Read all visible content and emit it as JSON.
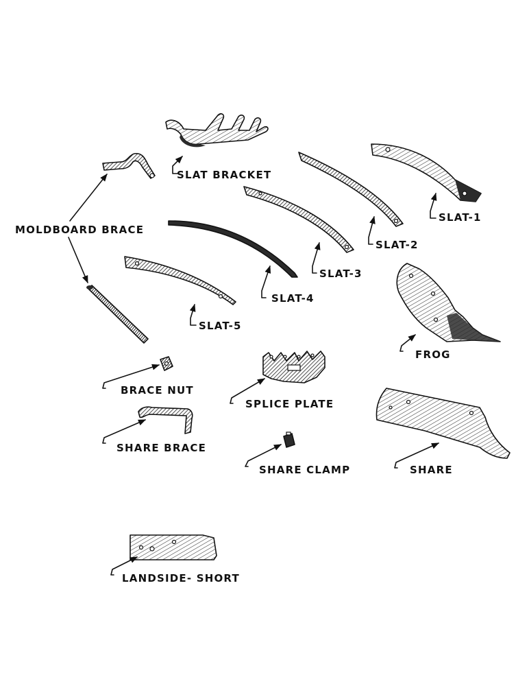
{
  "labels": {
    "slat_bracket": "SLAT BRACKET",
    "moldboard_brace": "MOLDBOARD BRACE",
    "slat_1": "SLAT-1",
    "slat_2": "SLAT-2",
    "slat_3": "SLAT-3",
    "slat_4": "SLAT-4",
    "slat_5": "SLAT-5",
    "frog": "FROG",
    "brace_nut": "BRACE NUT",
    "splice_plate": "SPLICE PLATE",
    "share_brace": "SHARE BRACE",
    "share_clamp": "SHARE CLAMP",
    "share": "SHARE",
    "landside_short": "LANDSIDE- SHORT"
  }
}
